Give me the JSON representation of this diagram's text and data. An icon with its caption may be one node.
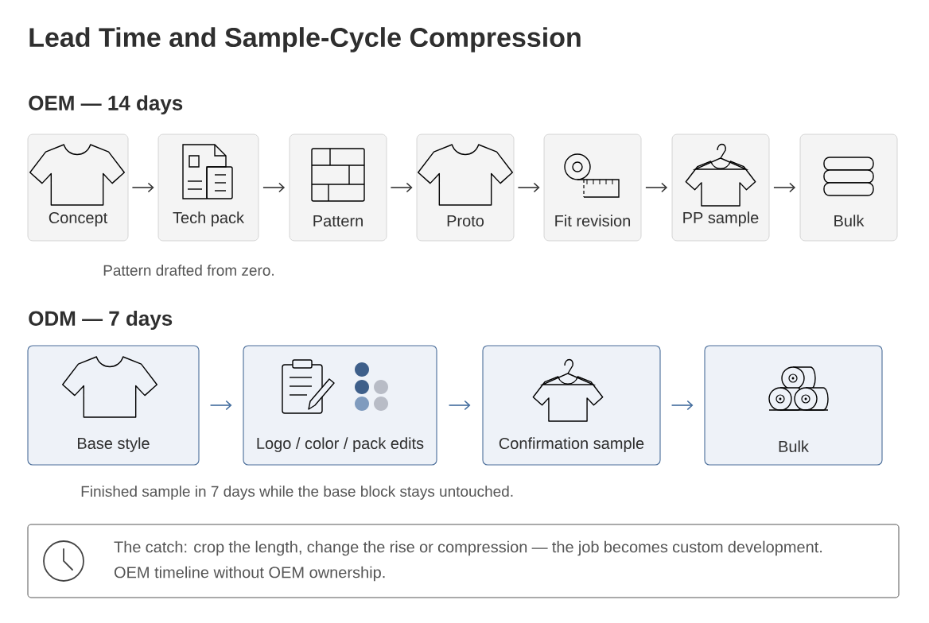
{
  "diagram": {
    "title": "Lead Time and Sample-Cycle Compression",
    "nodes": [
      {
        "text": [
          "Concept"
        ]
      },
      {
        "text": [
          "Tech pack"
        ]
      },
      {
        "text": [
          "Pattern"
        ]
      },
      {
        "text": [
          "Proto"
        ]
      },
      {
        "text": [
          "Fit revision"
        ]
      },
      {
        "text": [
          "PP sample"
        ]
      },
      {
        "text": [
          "Bulk"
        ]
      },
      {
        "text": [
          "Base style"
        ]
      },
      {
        "text": [
          "Logo / color / pack edits"
        ]
      },
      {
        "text": [
          "Confirmation sample"
        ]
      },
      {
        "text": [
          "Bulk"
        ]
      },
      {
        "text": [
          "The catch: crop the length, change the rise or compression — the job becomes custom development. OEM timeline without OEM ownership."
        ]
      }
    ],
    "edges": [
      {
        "from": 0,
        "to": 1,
        "arrow": "to"
      },
      {
        "from": 1,
        "to": 2,
        "arrow": "to"
      },
      {
        "from": 2,
        "to": 3,
        "arrow": "to"
      },
      {
        "from": 3,
        "to": 4,
        "arrow": "to"
      },
      {
        "from": 4,
        "to": 5,
        "arrow": "to"
      },
      {
        "from": 5,
        "to": 6,
        "arrow": "to"
      },
      {
        "from": 7,
        "to": 8,
        "arrow": "to",
        "color": "#3f6a9c"
      },
      {
        "from": 8,
        "to": 9,
        "arrow": "to",
        "color": "#3f6a9c"
      },
      {
        "from": 9,
        "to": 10,
        "arrow": "to",
        "color": "#3f6a9c"
      }
    ],
    "labels": [
      "OEM — 14 days",
      "Pattern drafted from zero.",
      "ODM — 7 days",
      "Finished sample in 7 days while the base block stays untouched."
    ]
  }
}
